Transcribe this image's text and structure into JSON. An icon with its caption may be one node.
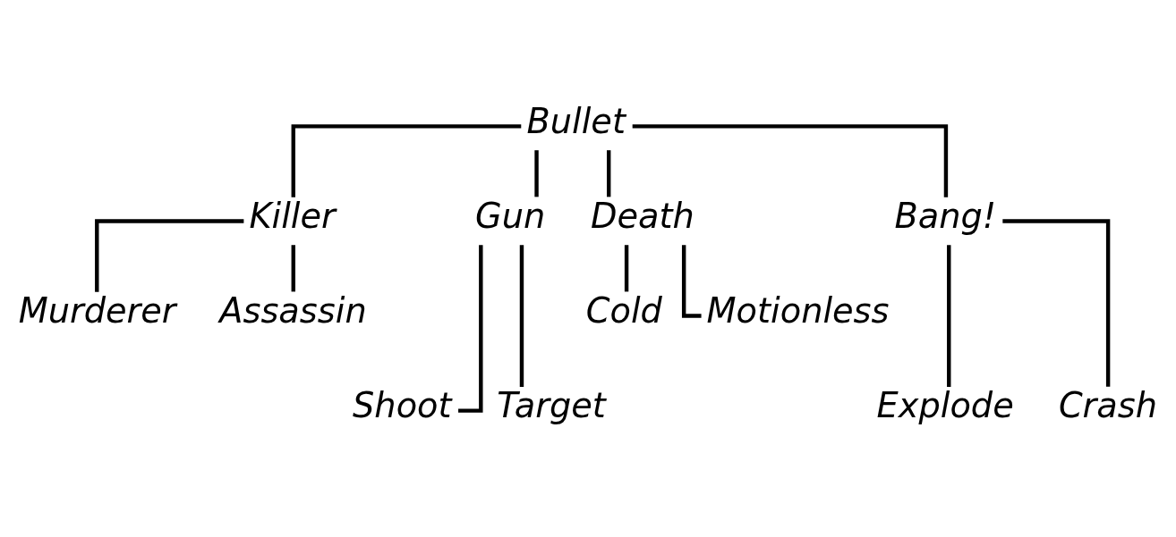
{
  "diagram": {
    "nodes": [
      {
        "text": [
          "Bullet"
        ]
      },
      {
        "text": [
          "Killer"
        ]
      },
      {
        "text": [
          "Gun"
        ]
      },
      {
        "text": [
          "Death"
        ]
      },
      {
        "text": [
          "Bang!"
        ]
      },
      {
        "text": [
          "Murderer"
        ]
      },
      {
        "text": [
          "Assassin"
        ]
      },
      {
        "text": [
          "Cold"
        ]
      },
      {
        "text": [
          "Motionless"
        ]
      },
      {
        "text": [
          "Shoot"
        ]
      },
      {
        "text": [
          "Target"
        ]
      },
      {
        "text": [
          "Explode"
        ]
      },
      {
        "text": [
          "Crash"
        ]
      }
    ],
    "edges": [
      {
        "from": 0,
        "to": 1,
        "arrow": "none"
      },
      {
        "from": 0,
        "to": 2,
        "arrow": "none"
      },
      {
        "from": 0,
        "to": 3,
        "arrow": "none"
      },
      {
        "from": 0,
        "to": 4,
        "arrow": "none"
      },
      {
        "from": 1,
        "to": 5,
        "arrow": "none"
      },
      {
        "from": 1,
        "to": 6,
        "arrow": "none"
      },
      {
        "from": 2,
        "to": 9,
        "arrow": "none"
      },
      {
        "from": 2,
        "to": 10,
        "arrow": "none"
      },
      {
        "from": 3,
        "to": 7,
        "arrow": "none"
      },
      {
        "from": 3,
        "to": 8,
        "arrow": "none"
      },
      {
        "from": 4,
        "to": 11,
        "arrow": "none"
      },
      {
        "from": 4,
        "to": 12,
        "arrow": "none"
      }
    ]
  }
}
